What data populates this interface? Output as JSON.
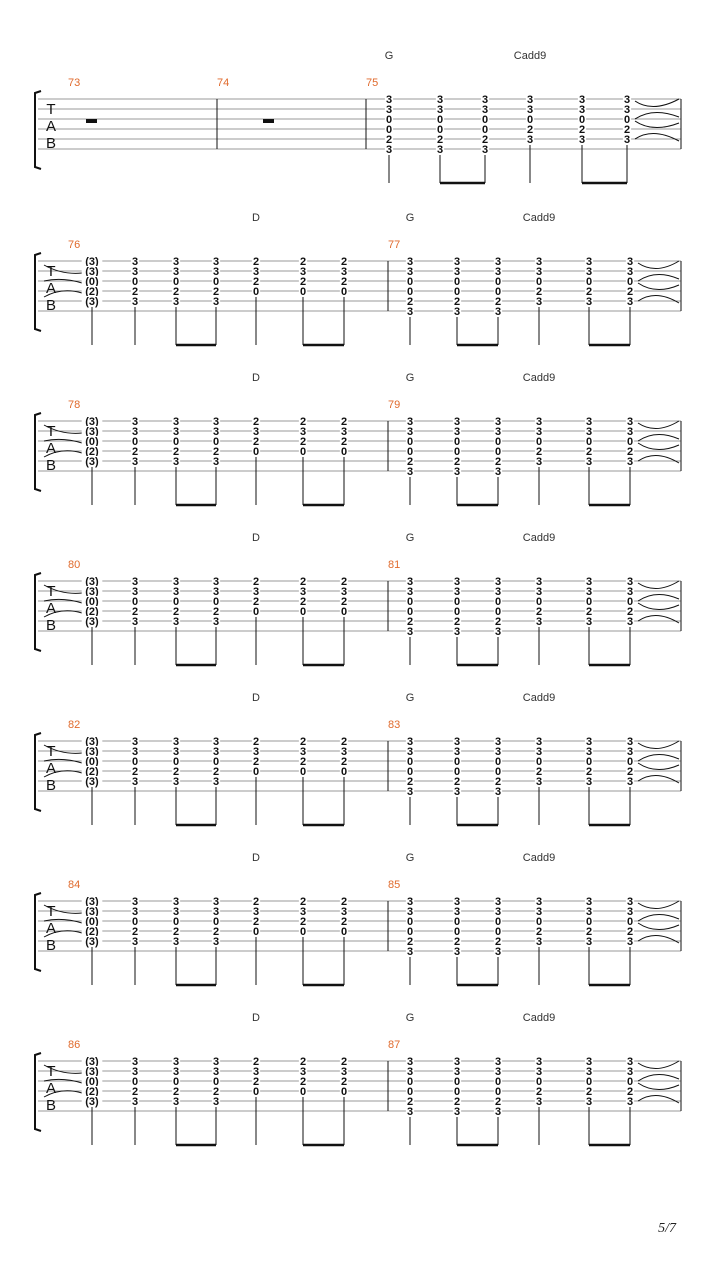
{
  "page": {
    "page_number": "5/7"
  },
  "tab_clef": [
    "T",
    "A",
    "B"
  ],
  "systems": [
    {
      "measures": [
        {
          "number": "73",
          "rest": true,
          "chords": []
        },
        {
          "number": "74",
          "rest": true,
          "chords": []
        },
        {
          "number": "75",
          "rest": false,
          "chords": [
            {
              "name": "G",
              "at": 0
            },
            {
              "name": "Cadd9",
              "at": 3
            }
          ],
          "notes": [
            [
              "3",
              "3",
              "0",
              "0",
              "2",
              "3"
            ],
            [
              "3",
              "3",
              "0",
              "0",
              "2",
              "3"
            ],
            [
              "3",
              "3",
              "0",
              "0",
              "2",
              "3"
            ],
            [
              "3",
              "3",
              "0",
              "2",
              "3",
              ""
            ],
            [
              "3",
              "3",
              "0",
              "2",
              "3",
              ""
            ],
            [
              "3",
              "3",
              "0",
              "2",
              "3",
              ""
            ]
          ],
          "beams": [
            [
              0
            ],
            [
              1,
              2
            ],
            [
              3
            ],
            [
              4,
              5
            ]
          ],
          "tie_out": true
        }
      ]
    },
    {
      "measures": [
        {
          "number": "76",
          "rest": false,
          "tie_in": true,
          "chords": [
            {
              "name": "D",
              "at": 4
            }
          ],
          "notes": [
            [
              "(3)",
              "(3)",
              "(0)",
              "(2)",
              "(3)",
              ""
            ],
            [
              "3",
              "3",
              "0",
              "2",
              "3",
              ""
            ],
            [
              "3",
              "3",
              "0",
              "2",
              "3",
              ""
            ],
            [
              "3",
              "3",
              "0",
              "2",
              "3",
              ""
            ],
            [
              "2",
              "3",
              "2",
              "0",
              "",
              ""
            ],
            [
              "2",
              "3",
              "2",
              "0",
              "",
              ""
            ],
            [
              "2",
              "3",
              "2",
              "0",
              "",
              ""
            ]
          ],
          "beams": [
            [
              1
            ],
            [
              2,
              3
            ],
            [
              4
            ],
            [
              5,
              6
            ]
          ]
        },
        {
          "number": "77",
          "rest": false,
          "chords": [
            {
              "name": "G",
              "at": 0
            },
            {
              "name": "Cadd9",
              "at": 3
            }
          ],
          "notes": [
            [
              "3",
              "3",
              "0",
              "0",
              "2",
              "3"
            ],
            [
              "3",
              "3",
              "0",
              "0",
              "2",
              "3"
            ],
            [
              "3",
              "3",
              "0",
              "0",
              "2",
              "3"
            ],
            [
              "3",
              "3",
              "0",
              "2",
              "3",
              ""
            ],
            [
              "3",
              "3",
              "0",
              "2",
              "3",
              ""
            ],
            [
              "3",
              "3",
              "0",
              "2",
              "3",
              ""
            ]
          ],
          "beams": [
            [
              0
            ],
            [
              1,
              2
            ],
            [
              3
            ],
            [
              4,
              5
            ]
          ],
          "tie_out": true
        }
      ]
    },
    {
      "measures": [
        {
          "number": "78",
          "rest": false,
          "tie_in": true,
          "chords": [
            {
              "name": "D",
              "at": 4
            }
          ],
          "notes": [
            [
              "(3)",
              "(3)",
              "(0)",
              "(2)",
              "(3)",
              ""
            ],
            [
              "3",
              "3",
              "0",
              "2",
              "3",
              ""
            ],
            [
              "3",
              "3",
              "0",
              "2",
              "3",
              ""
            ],
            [
              "3",
              "3",
              "0",
              "2",
              "3",
              ""
            ],
            [
              "2",
              "3",
              "2",
              "0",
              "",
              ""
            ],
            [
              "2",
              "3",
              "2",
              "0",
              "",
              ""
            ],
            [
              "2",
              "3",
              "2",
              "0",
              "",
              ""
            ]
          ],
          "beams": [
            [
              1
            ],
            [
              2,
              3
            ],
            [
              4
            ],
            [
              5,
              6
            ]
          ]
        },
        {
          "number": "79",
          "rest": false,
          "chords": [
            {
              "name": "G",
              "at": 0
            },
            {
              "name": "Cadd9",
              "at": 3
            }
          ],
          "notes": [
            [
              "3",
              "3",
              "0",
              "0",
              "2",
              "3"
            ],
            [
              "3",
              "3",
              "0",
              "0",
              "2",
              "3"
            ],
            [
              "3",
              "3",
              "0",
              "0",
              "2",
              "3"
            ],
            [
              "3",
              "3",
              "0",
              "2",
              "3",
              ""
            ],
            [
              "3",
              "3",
              "0",
              "2",
              "3",
              ""
            ],
            [
              "3",
              "3",
              "0",
              "2",
              "3",
              ""
            ]
          ],
          "beams": [
            [
              0
            ],
            [
              1,
              2
            ],
            [
              3
            ],
            [
              4,
              5
            ]
          ],
          "tie_out": true
        }
      ]
    },
    {
      "measures": [
        {
          "number": "80",
          "rest": false,
          "tie_in": true,
          "chords": [
            {
              "name": "D",
              "at": 4
            }
          ],
          "notes": [
            [
              "(3)",
              "(3)",
              "(0)",
              "(2)",
              "(3)",
              ""
            ],
            [
              "3",
              "3",
              "0",
              "2",
              "3",
              ""
            ],
            [
              "3",
              "3",
              "0",
              "2",
              "3",
              ""
            ],
            [
              "3",
              "3",
              "0",
              "2",
              "3",
              ""
            ],
            [
              "2",
              "3",
              "2",
              "0",
              "",
              ""
            ],
            [
              "2",
              "3",
              "2",
              "0",
              "",
              ""
            ],
            [
              "2",
              "3",
              "2",
              "0",
              "",
              ""
            ]
          ],
          "beams": [
            [
              1
            ],
            [
              2,
              3
            ],
            [
              4
            ],
            [
              5,
              6
            ]
          ]
        },
        {
          "number": "81",
          "rest": false,
          "chords": [
            {
              "name": "G",
              "at": 0
            },
            {
              "name": "Cadd9",
              "at": 3
            }
          ],
          "notes": [
            [
              "3",
              "3",
              "0",
              "0",
              "2",
              "3"
            ],
            [
              "3",
              "3",
              "0",
              "0",
              "2",
              "3"
            ],
            [
              "3",
              "3",
              "0",
              "0",
              "2",
              "3"
            ],
            [
              "3",
              "3",
              "0",
              "2",
              "3",
              ""
            ],
            [
              "3",
              "3",
              "0",
              "2",
              "3",
              ""
            ],
            [
              "3",
              "3",
              "0",
              "2",
              "3",
              ""
            ]
          ],
          "beams": [
            [
              0
            ],
            [
              1,
              2
            ],
            [
              3
            ],
            [
              4,
              5
            ]
          ],
          "tie_out": true
        }
      ]
    },
    {
      "measures": [
        {
          "number": "82",
          "rest": false,
          "tie_in": true,
          "chords": [
            {
              "name": "D",
              "at": 4
            }
          ],
          "notes": [
            [
              "(3)",
              "(3)",
              "(0)",
              "(2)",
              "(3)",
              ""
            ],
            [
              "3",
              "3",
              "0",
              "2",
              "3",
              ""
            ],
            [
              "3",
              "3",
              "0",
              "2",
              "3",
              ""
            ],
            [
              "3",
              "3",
              "0",
              "2",
              "3",
              ""
            ],
            [
              "2",
              "3",
              "2",
              "0",
              "",
              ""
            ],
            [
              "2",
              "3",
              "2",
              "0",
              "",
              ""
            ],
            [
              "2",
              "3",
              "2",
              "0",
              "",
              ""
            ]
          ],
          "beams": [
            [
              1
            ],
            [
              2,
              3
            ],
            [
              4
            ],
            [
              5,
              6
            ]
          ]
        },
        {
          "number": "83",
          "rest": false,
          "chords": [
            {
              "name": "G",
              "at": 0
            },
            {
              "name": "Cadd9",
              "at": 3
            }
          ],
          "notes": [
            [
              "3",
              "3",
              "0",
              "0",
              "2",
              "3"
            ],
            [
              "3",
              "3",
              "0",
              "0",
              "2",
              "3"
            ],
            [
              "3",
              "3",
              "0",
              "0",
              "2",
              "3"
            ],
            [
              "3",
              "3",
              "0",
              "2",
              "3",
              ""
            ],
            [
              "3",
              "3",
              "0",
              "2",
              "3",
              ""
            ],
            [
              "3",
              "3",
              "0",
              "2",
              "3",
              ""
            ]
          ],
          "beams": [
            [
              0
            ],
            [
              1,
              2
            ],
            [
              3
            ],
            [
              4,
              5
            ]
          ],
          "tie_out": true
        }
      ]
    },
    {
      "measures": [
        {
          "number": "84",
          "rest": false,
          "tie_in": true,
          "chords": [
            {
              "name": "D",
              "at": 4
            }
          ],
          "notes": [
            [
              "(3)",
              "(3)",
              "(0)",
              "(2)",
              "(3)",
              ""
            ],
            [
              "3",
              "3",
              "0",
              "2",
              "3",
              ""
            ],
            [
              "3",
              "3",
              "0",
              "2",
              "3",
              ""
            ],
            [
              "3",
              "3",
              "0",
              "2",
              "3",
              ""
            ],
            [
              "2",
              "3",
              "2",
              "0",
              "",
              ""
            ],
            [
              "2",
              "3",
              "2",
              "0",
              "",
              ""
            ],
            [
              "2",
              "3",
              "2",
              "0",
              "",
              ""
            ]
          ],
          "beams": [
            [
              1
            ],
            [
              2,
              3
            ],
            [
              4
            ],
            [
              5,
              6
            ]
          ]
        },
        {
          "number": "85",
          "rest": false,
          "chords": [
            {
              "name": "G",
              "at": 0
            },
            {
              "name": "Cadd9",
              "at": 3
            }
          ],
          "notes": [
            [
              "3",
              "3",
              "0",
              "0",
              "2",
              "3"
            ],
            [
              "3",
              "3",
              "0",
              "0",
              "2",
              "3"
            ],
            [
              "3",
              "3",
              "0",
              "0",
              "2",
              "3"
            ],
            [
              "3",
              "3",
              "0",
              "2",
              "3",
              ""
            ],
            [
              "3",
              "3",
              "0",
              "2",
              "3",
              ""
            ],
            [
              "3",
              "3",
              "0",
              "2",
              "3",
              ""
            ]
          ],
          "beams": [
            [
              0
            ],
            [
              1,
              2
            ],
            [
              3
            ],
            [
              4,
              5
            ]
          ],
          "tie_out": true
        }
      ]
    },
    {
      "measures": [
        {
          "number": "86",
          "rest": false,
          "tie_in": true,
          "chords": [
            {
              "name": "D",
              "at": 4
            }
          ],
          "notes": [
            [
              "(3)",
              "(3)",
              "(0)",
              "(2)",
              "(3)",
              ""
            ],
            [
              "3",
              "3",
              "0",
              "2",
              "3",
              ""
            ],
            [
              "3",
              "3",
              "0",
              "2",
              "3",
              ""
            ],
            [
              "3",
              "3",
              "0",
              "2",
              "3",
              ""
            ],
            [
              "2",
              "3",
              "2",
              "0",
              "",
              ""
            ],
            [
              "2",
              "3",
              "2",
              "0",
              "",
              ""
            ],
            [
              "2",
              "3",
              "2",
              "0",
              "",
              ""
            ]
          ],
          "beams": [
            [
              1
            ],
            [
              2,
              3
            ],
            [
              4
            ],
            [
              5,
              6
            ]
          ]
        },
        {
          "number": "87",
          "rest": false,
          "chords": [
            {
              "name": "G",
              "at": 0
            },
            {
              "name": "Cadd9",
              "at": 3
            }
          ],
          "notes": [
            [
              "3",
              "3",
              "0",
              "0",
              "2",
              "3"
            ],
            [
              "3",
              "3",
              "0",
              "0",
              "2",
              "3"
            ],
            [
              "3",
              "3",
              "0",
              "0",
              "2",
              "3"
            ],
            [
              "3",
              "3",
              "0",
              "2",
              "3",
              ""
            ],
            [
              "3",
              "3",
              "0",
              "2",
              "3",
              ""
            ],
            [
              "3",
              "3",
              "0",
              "2",
              "3",
              ""
            ]
          ],
          "beams": [
            [
              0
            ],
            [
              1,
              2
            ],
            [
              3
            ],
            [
              4,
              5
            ]
          ],
          "tie_out": true
        }
      ]
    }
  ],
  "colors": {
    "measure_number": "#e06a2c",
    "ink": "#111111",
    "staff_line": "#9a9a9a",
    "chord_name": "#333333"
  }
}
